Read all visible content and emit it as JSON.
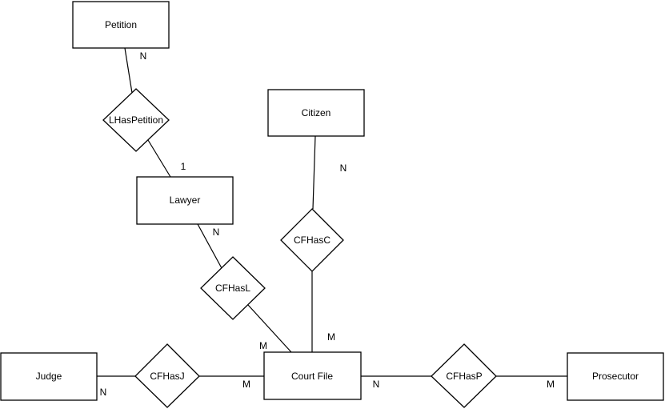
{
  "diagram": {
    "kind": "entity-relationship-diagram",
    "colors": {
      "background": "#ffffff",
      "shape_fill": "#ffffff",
      "stroke": "#000000",
      "text": "#000000"
    },
    "entities": {
      "petition": "Petition",
      "citizen": "Citizen",
      "lawyer": "Lawyer",
      "judge": "Judge",
      "court_file": "Court File",
      "prosecutor": "Prosecutor"
    },
    "relationships": {
      "l_has_petition": "LHasPetition",
      "cf_has_c": "CFHasC",
      "cf_has_l": "CFHasL",
      "cf_has_j": "CFHasJ",
      "cf_has_p": "CFHasP"
    },
    "cardinalities": {
      "petition_to_lhaspetition": "N",
      "lhaspetition_to_lawyer": "1",
      "lawyer_to_cfhasl": "N",
      "cfhasl_to_courtfile": "M",
      "citizen_to_cfhasc": "N",
      "cfhasc_to_courtfile": "M",
      "judge_to_cfhasj": "N",
      "cfhasj_to_courtfile": "M",
      "courtfile_to_cfhasp": "N",
      "cfhasp_to_prosecutor": "M"
    }
  }
}
